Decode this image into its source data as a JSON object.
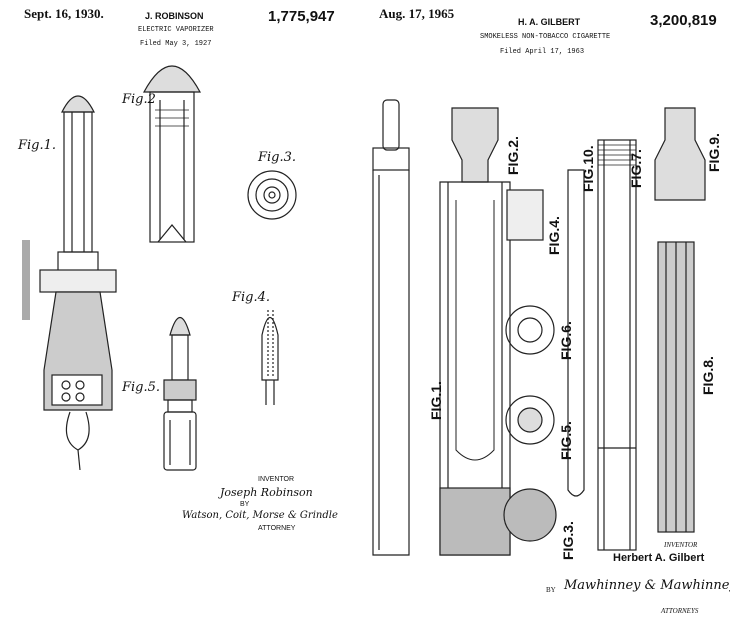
{
  "left_patent": {
    "date": "Sept. 16, 1930.",
    "inventor_name": "J. ROBINSON",
    "patent_number": "1,775,947",
    "title": "ELECTRIC VAPORIZER",
    "filed": "Filed May 3, 1927",
    "figures": [
      "Fig.1.",
      "Fig.2",
      "Fig.3.",
      "Fig.4.",
      "Fig.5."
    ],
    "inventor_label": "INVENTOR",
    "inventor_signature": "Joseph Robinson",
    "by": "BY",
    "attorney_signature": "Watson, Coit, Morse & Grindle",
    "attorney_label": "ATTORNEY"
  },
  "right_patent": {
    "date": "Aug. 17, 1965",
    "inventor_name": "H. A. GILBERT",
    "patent_number": "3,200,819",
    "title": "SMOKELESS NON-TOBACCO CIGARETTE",
    "filed": "Filed April 17, 1963",
    "figures": [
      "FIG.1.",
      "FIG.2.",
      "FIG.3.",
      "FIG.4.",
      "FIG.5.",
      "FIG.6.",
      "FIG.7.",
      "FIG.8.",
      "FIG.9.",
      "FIG.10."
    ],
    "inventor_label": "INVENTOR",
    "inventor_full_name": "Herbert A. Gilbert",
    "by": "BY",
    "attorney_signature": "Mawhinney & Mawhinney",
    "attorney_label": "ATTORNEYS"
  }
}
